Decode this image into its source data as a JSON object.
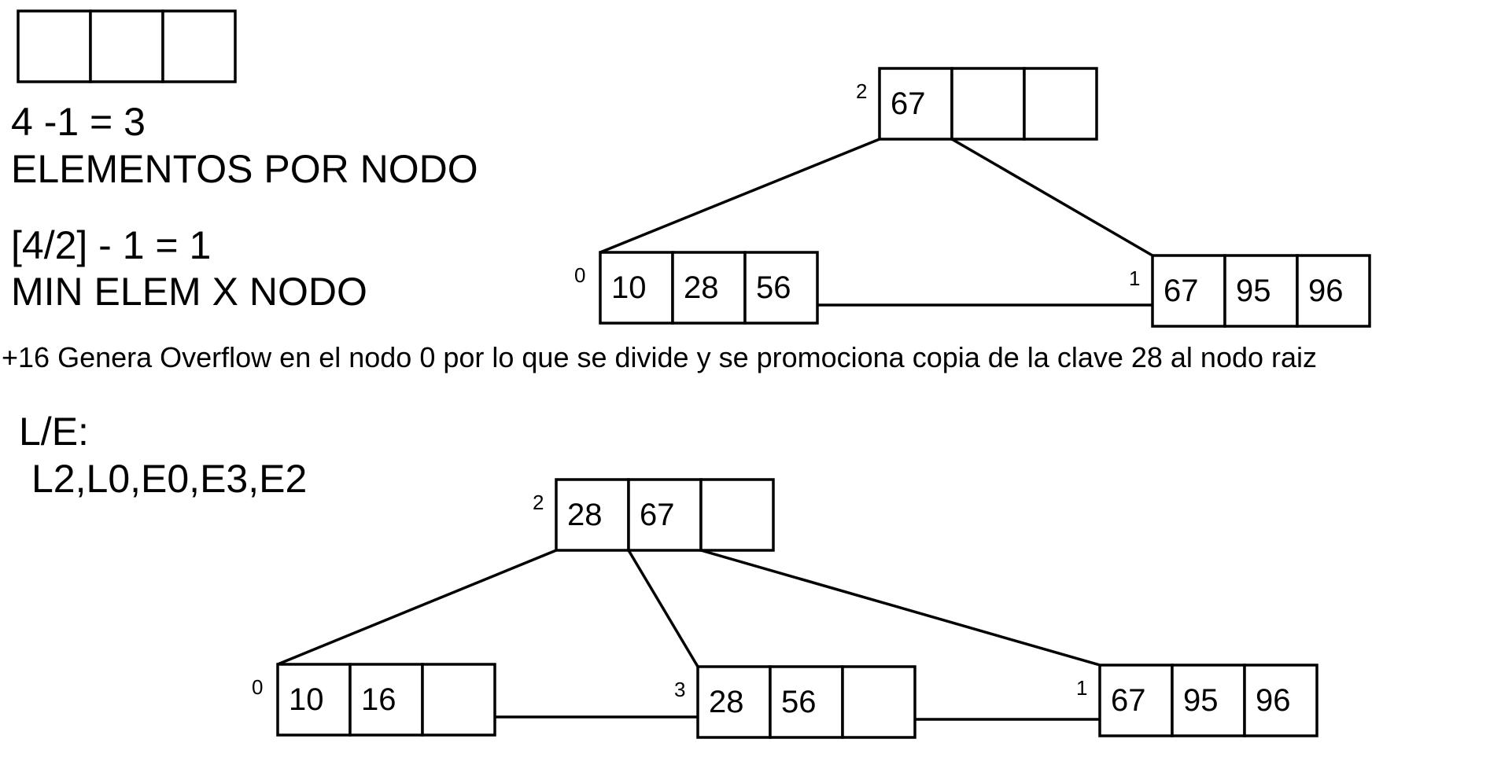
{
  "notes": {
    "capacity_formula": "4 -1 = 3",
    "capacity_label": "ELEMENTOS POR NODO",
    "min_formula": "[4/2] - 1 = 1",
    "min_label": "MIN ELEM X NODO",
    "operation_text": "+16 Genera Overflow en el nodo 0 por lo que se divide y se promociona copia de la clave 28 al nodo raiz",
    "io_label": "L/E:",
    "io_sequence": "L2,L0,E0,E3,E2"
  },
  "template_node": {
    "keys": [
      "",
      "",
      ""
    ]
  },
  "tree_before": {
    "nodes": [
      {
        "id": "2",
        "label": "2",
        "keys": [
          "67",
          "",
          ""
        ]
      },
      {
        "id": "0",
        "label": "0",
        "keys": [
          "10",
          "28",
          "56"
        ]
      },
      {
        "id": "1",
        "label": "1",
        "keys": [
          "67",
          "95",
          "96"
        ]
      }
    ],
    "edges": [
      {
        "from": "2",
        "to": "0"
      },
      {
        "from": "2",
        "to": "1"
      }
    ],
    "links": [
      {
        "from": "0",
        "to": "1"
      }
    ]
  },
  "tree_after": {
    "nodes": [
      {
        "id": "2",
        "label": "2",
        "keys": [
          "28",
          "67",
          ""
        ]
      },
      {
        "id": "0",
        "label": "0",
        "keys": [
          "10",
          "16",
          ""
        ]
      },
      {
        "id": "3",
        "label": "3",
        "keys": [
          "28",
          "56",
          ""
        ]
      },
      {
        "id": "1",
        "label": "1",
        "keys": [
          "67",
          "95",
          "96"
        ]
      }
    ],
    "edges": [
      {
        "from": "2",
        "to": "0"
      },
      {
        "from": "2",
        "to": "3"
      },
      {
        "from": "2",
        "to": "1"
      }
    ],
    "links": [
      {
        "from": "0",
        "to": "3"
      },
      {
        "from": "3",
        "to": "1"
      }
    ]
  }
}
